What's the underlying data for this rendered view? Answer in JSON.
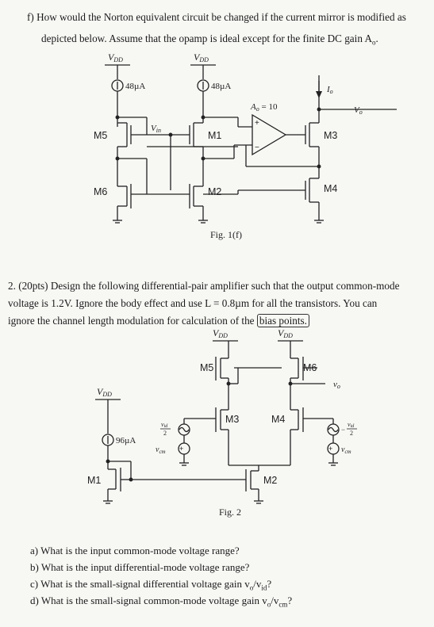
{
  "part_f": {
    "line1": "f) How would the Norton equivalent circuit be changed if the current mirror is modified as",
    "line2": "depicted below. Assume that the opamp is ideal except for the finite DC gain A",
    "line2_sub": "o",
    "line2_end": "."
  },
  "fig1": {
    "vdd_left": "V",
    "vdd_left_sub": "DD",
    "vdd_right": "V",
    "vdd_right_sub": "DD",
    "i_left": "48µA",
    "i_right": "48µA",
    "vin": "V",
    "vin_sub": "in",
    "m5": "M5",
    "m6": "M6",
    "m1": "M1",
    "m2": "M2",
    "m3": "M3",
    "m4": "M4",
    "gain": "A",
    "gain_sub": "o",
    "gain_val": " = 10",
    "io": "I",
    "io_sub": "o",
    "vo": "V",
    "vo_sub": "o",
    "plus": "+",
    "minus": "−",
    "caption": "Fig. 1(f)"
  },
  "problem2": {
    "line1": "2. (20pts) Design the following differential-pair amplifier such that the output common-mode",
    "line2": "voltage is 1.2V. Ignore the body effect and use L = 0.8µm for all the transistors. You can",
    "line3_pre": "ignore the channel length modulation for calculation of the ",
    "line3_box": "bias points.",
    "line3_post": ""
  },
  "fig2": {
    "vdd_top_left": "V",
    "vdd_top_left_sub": "DD",
    "vdd_top_right": "V",
    "vdd_top_right_sub": "DD",
    "vdd_left": "V",
    "vdd_left_sub": "DD",
    "i_bias": "96µA",
    "m1": "M1",
    "m2": "M2",
    "m3": "M3",
    "m4": "M4",
    "m5": "M5",
    "m6": "M6",
    "vo": "v",
    "vo_sub": "o",
    "vid_left_num": "v",
    "vid_left_num_sub": "id",
    "vid_left_den": "2",
    "vid_right_prefix": "−",
    "vid_right_num": "v",
    "vid_right_num_sub": "id",
    "vid_right_den": "2",
    "vcm_left": "v",
    "vcm_left_sub": "cm",
    "vcm_right": "v",
    "vcm_right_sub": "cm",
    "caption": "Fig. 2"
  },
  "questions": [
    "a) What is the input common-mode voltage range?",
    "b) What is the input differential-mode voltage range?",
    "c) What is the small-signal differential voltage gain v",
    "d) What is the small-signal common-mode voltage gain v"
  ],
  "question_tails": {
    "c_sub1": "o",
    "c_mid": "/v",
    "c_sub2": "id",
    "c_end": "?",
    "d_sub1": "o",
    "d_mid": "/v",
    "d_sub2": "cm",
    "d_end": "?"
  }
}
